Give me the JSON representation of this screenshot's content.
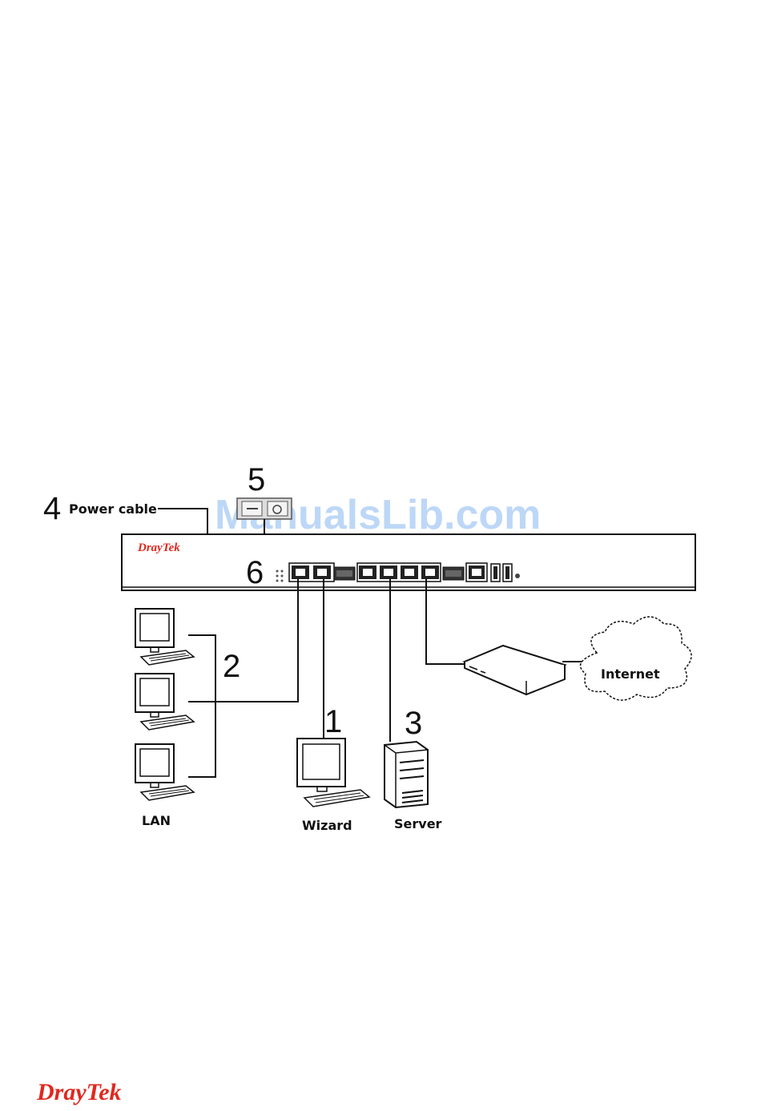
{
  "brand": {
    "device_logo": "DrayTek",
    "footer_logo": "DrayTek",
    "color": "#e0281f"
  },
  "watermark": "ManualsLib.com",
  "callouts": {
    "wizard_num": "1",
    "lan_num": "2",
    "server_num": "3",
    "power_num": "4",
    "switch_num": "5",
    "ports_num": "6"
  },
  "labels": {
    "power_cable": "Power cable",
    "internet": "Internet",
    "lan": "LAN",
    "wizard": "Wizard",
    "server": "Server"
  },
  "icons": [
    "router-icon",
    "power-switch-icon",
    "pc-icon",
    "server-icon",
    "modem-icon",
    "cloud-icon"
  ]
}
